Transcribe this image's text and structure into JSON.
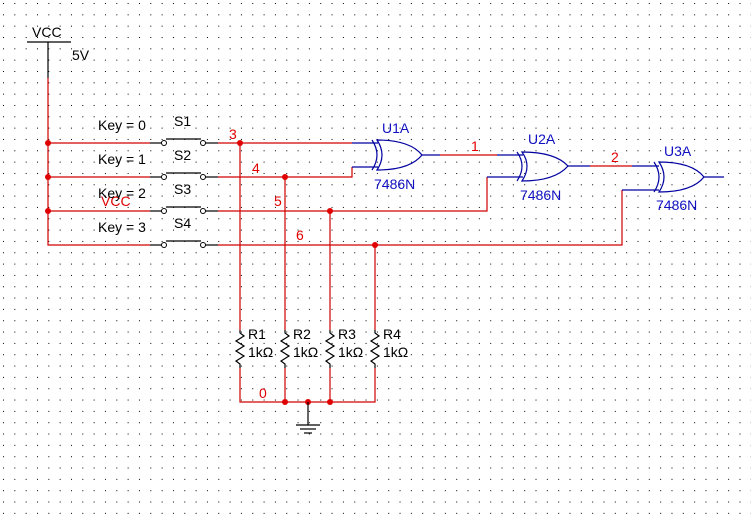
{
  "power": {
    "label": "VCC",
    "voltage": "5V",
    "stray_label": "VCC"
  },
  "switches": [
    {
      "name": "S1",
      "key": "Key = 0"
    },
    {
      "name": "S2",
      "key": "Key = 1"
    },
    {
      "name": "S3",
      "key": "Key = 2"
    },
    {
      "name": "S4",
      "key": "Key = 3"
    }
  ],
  "nets": {
    "n0": "0",
    "n1": "1",
    "n2": "2",
    "n3": "3",
    "n4": "4",
    "n5": "5",
    "n6": "6"
  },
  "gates": [
    {
      "ref": "U1A",
      "part": "7486N"
    },
    {
      "ref": "U2A",
      "part": "7486N"
    },
    {
      "ref": "U3A",
      "part": "7486N"
    }
  ],
  "resistors": [
    {
      "ref": "R1",
      "value": "1kΩ"
    },
    {
      "ref": "R2",
      "value": "1kΩ"
    },
    {
      "ref": "R3",
      "value": "1kΩ"
    },
    {
      "ref": "R4",
      "value": "1kΩ"
    }
  ],
  "colors": {
    "wire": "#d00000",
    "component": "#000000",
    "gate": "#0000a0",
    "net_label": "#e00000"
  }
}
